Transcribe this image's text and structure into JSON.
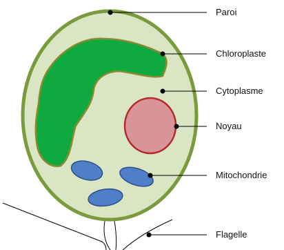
{
  "labels": {
    "paroi": "Paroi",
    "chloroplaste": "Chloroplaste",
    "cytoplasme": "Cytoplasme",
    "noyau": "Noyau",
    "mitochondrie": "Mitochondrie",
    "flagelle": "Flagelle"
  },
  "colors": {
    "wall_stroke": "#7a9a3c",
    "cytoplasm_fill": "#d9e5c3",
    "chloroplast_fill": "#0faa3f",
    "chloroplast_stroke": "#8a8a30",
    "nucleus_fill": "#d99595",
    "nucleus_stroke": "#b5282b",
    "mitochondria_fill": "#4f7fc6",
    "mitochondria_stroke": "#2e4f8a",
    "leader_line": "#000000"
  }
}
